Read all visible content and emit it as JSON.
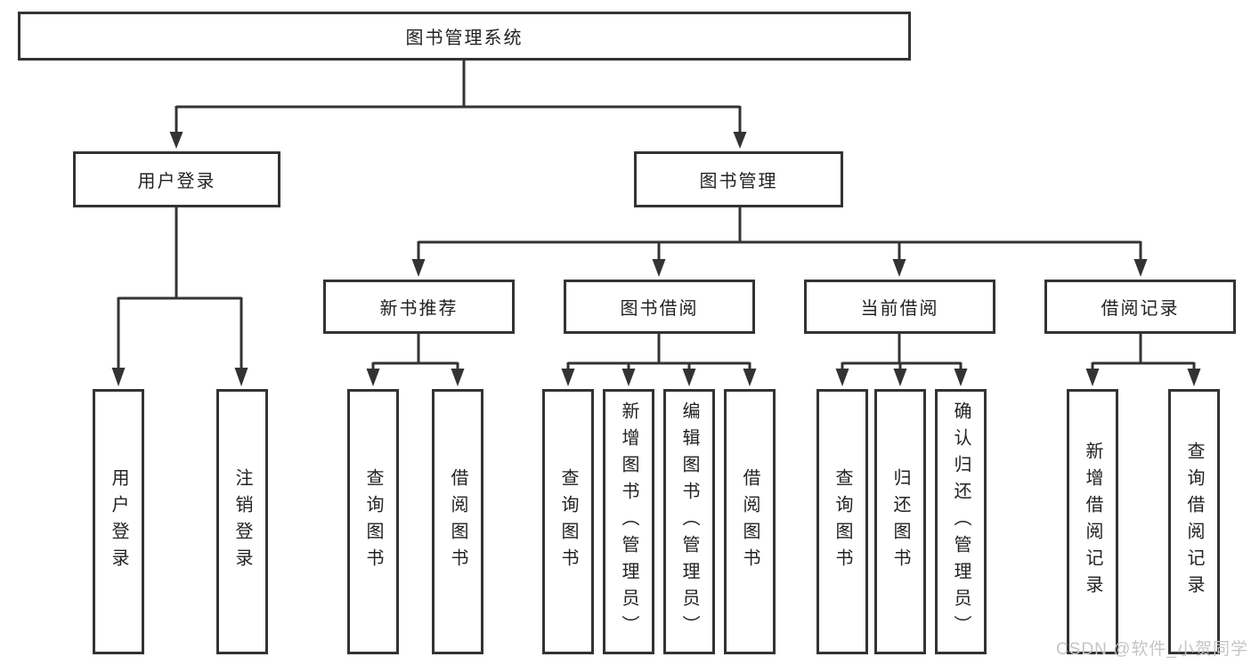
{
  "diagram_title": "图书管理系统",
  "tree": {
    "label": "图书管理系统",
    "children": [
      {
        "label": "用户登录",
        "children": [
          {
            "label": "用户登录"
          },
          {
            "label": "注销登录"
          }
        ]
      },
      {
        "label": "图书管理",
        "children": [
          {
            "label": "新书推荐",
            "children": [
              {
                "label": "查询图书"
              },
              {
                "label": "借阅图书"
              }
            ]
          },
          {
            "label": "图书借阅",
            "children": [
              {
                "label": "查询图书"
              },
              {
                "label": "新增图书（管理员）"
              },
              {
                "label": "编辑图书（管理员）"
              },
              {
                "label": "借阅图书"
              }
            ]
          },
          {
            "label": "当前借阅",
            "children": [
              {
                "label": "查询图书"
              },
              {
                "label": "归还图书"
              },
              {
                "label": "确认归还（管理员）"
              }
            ]
          },
          {
            "label": "借阅记录",
            "children": [
              {
                "label": "新增借阅记录"
              },
              {
                "label": "查询借阅记录"
              }
            ]
          }
        ]
      }
    ]
  },
  "watermark": "CSDN @软件_小贺同学",
  "colors": {
    "line": "#333333",
    "box_border": "#333333",
    "box_background": "#ffffff",
    "text": "#222222",
    "watermark": "#c8c4c4"
  }
}
